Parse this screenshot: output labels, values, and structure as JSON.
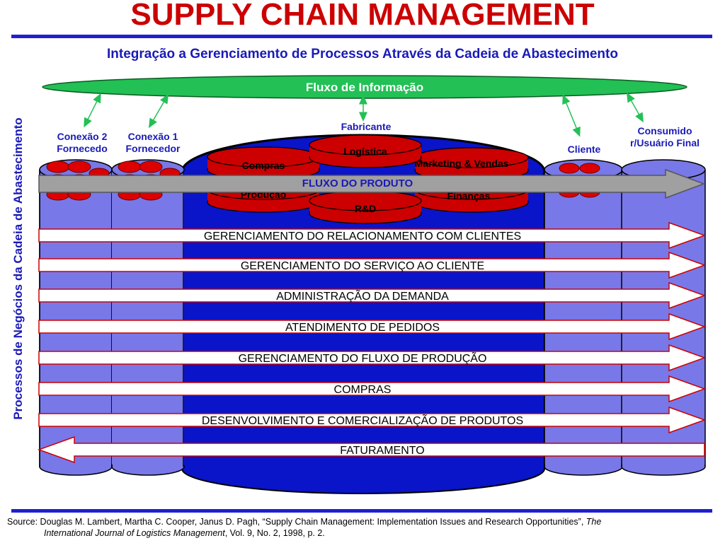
{
  "header": {
    "title": "SUPPLY CHAIN MANAGEMENT",
    "subtitle": "Integração a Gerenciamento de Processos Através da Cadeia de Abastecimento"
  },
  "side_label": "Processos de Negócios da Cadeia de Abastecimento",
  "info_flow": "Fluxo de Informação",
  "entities": {
    "supplier2": "Conexão 2 Fornecedo",
    "supplier1": "Conexão 1 Fornecedor",
    "manufacturer": "Fabricante",
    "customer": "Cliente",
    "consumer": "Consumido r/Usuário Final"
  },
  "functions": {
    "logistics": "Logística",
    "purchasing": "Compras",
    "marketing": "Marketing & Vendas",
    "production": "Produção",
    "finance": "Finanças",
    "rd": "R&D"
  },
  "product_flow": "FLUXO DO PRODUTO",
  "processes": [
    {
      "label": "GERENCIAMENTO DO RELACIONAMENTO COM CLIENTES",
      "direction": "right"
    },
    {
      "label": "GERENCIAMENTO DO SERVIÇO AO CLIENTE",
      "direction": "right"
    },
    {
      "label": "ADMINISTRAÇÃO DA DEMANDA",
      "direction": "right"
    },
    {
      "label": "ATENDIMENTO DE PEDIDOS",
      "direction": "right"
    },
    {
      "label": "GERENCIAMENTO DO FLUXO DE PRODUÇÃO",
      "direction": "right"
    },
    {
      "label": "COMPRAS",
      "direction": "right"
    },
    {
      "label": "DESENVOLVIMENTO E COMERCIALIZAÇÃO DE PRODUTOS",
      "direction": "right"
    },
    {
      "label": "FATURAMENTO",
      "direction": "left"
    }
  ],
  "source": {
    "prefix": "Source: Douglas M. Lambert, Martha C. Cooper, Janus D. Pagh, “Supply Chain Management: Implementation Issues and Research Opportunities”,",
    "journal_start": "The",
    "journal_rest": "International Journal of Logistics Management",
    "details": ", Vol. 9, No. 2, 1998, p. 2."
  },
  "colors": {
    "title": "#cc0000",
    "text_blue": "#1a1ab8",
    "rule_blue": "#1f1fd0",
    "cylinder_fill": "#7878e8",
    "manufacturer_fill": "#0a14c8",
    "function_red": "#cc0000",
    "info_ellipse": "#22c055",
    "arrow_gray": "#a0a0a0"
  }
}
